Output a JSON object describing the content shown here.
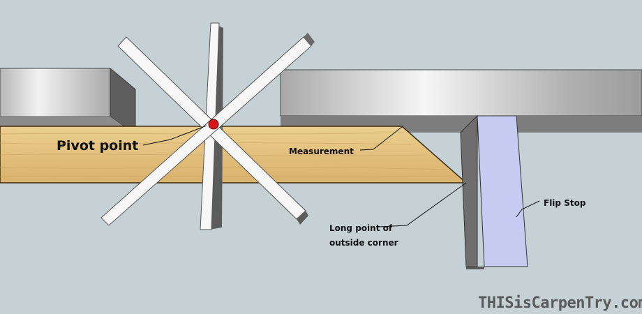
{
  "labels": {
    "pivot_point": "Pivot point",
    "measurement": "Measurement",
    "flip_stop": "Flip Stop",
    "long_point_line1": "Long point of",
    "long_point_line2": "outside corner"
  },
  "watermark": "THISisCarpenTry.com",
  "colors": {
    "background": "#c5d1d4",
    "board": "#e2bf7c",
    "fence": "#bdbdbd",
    "flip_stop_face": "#c6cbf1",
    "pivot_dot": "#d81818"
  }
}
